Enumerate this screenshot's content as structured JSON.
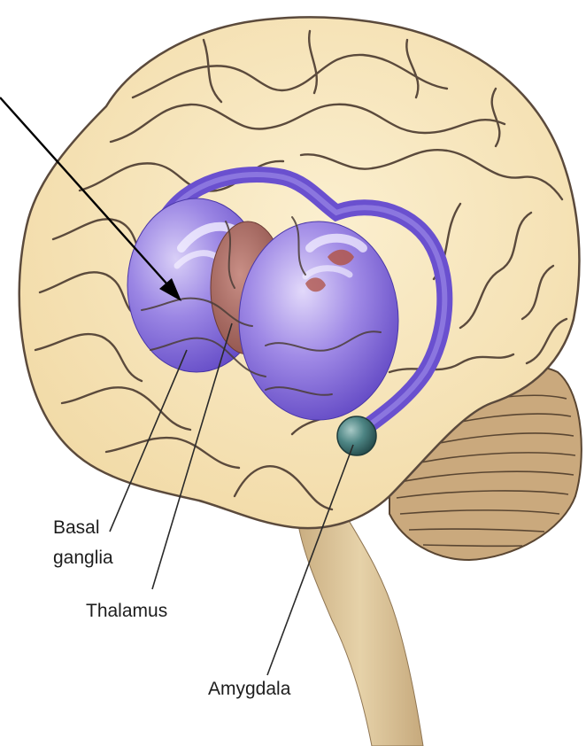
{
  "labels": {
    "basal": "Basal",
    "ganglia": "ganglia",
    "thalamus": "Thalamus",
    "amygdala": "Amygdala"
  },
  "colors": {
    "cortex": "#f6e3b4",
    "sulci": "#5b4a3c",
    "basal_ganglia": "#7a62d6",
    "thalamus": "#a5675f",
    "amygdala": "#3f7271",
    "cerebellum": "#c9ab82",
    "brainstem": "#dcc59a"
  }
}
